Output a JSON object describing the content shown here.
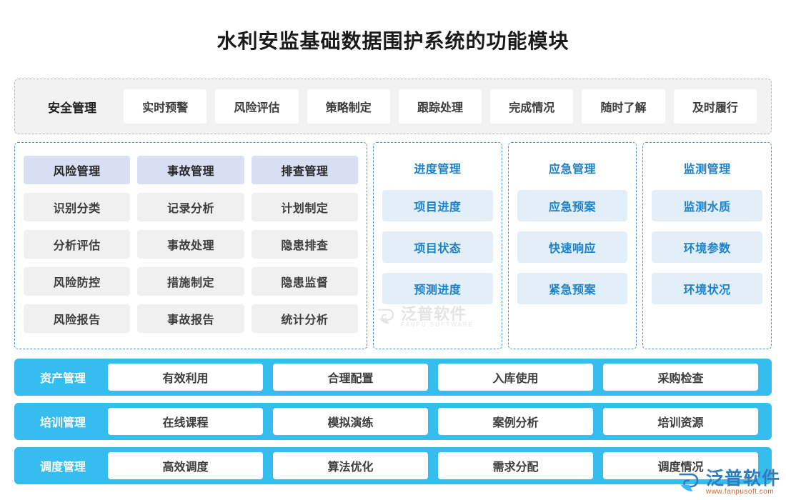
{
  "title": "水利安监基础数据围护系统的功能模块",
  "top_band": {
    "label": "安全管理",
    "items": [
      "实时预警",
      "风险评估",
      "策略制定",
      "跟踪处理",
      "完成情况",
      "随时了解",
      "及时履行"
    ]
  },
  "groups": [
    {
      "name": "risk-accident-inspection-group",
      "columns": [
        {
          "header": "风险管理",
          "items": [
            "识别分类",
            "分析评估",
            "风险防控",
            "风险报告"
          ]
        },
        {
          "header": "事故管理",
          "items": [
            "记录分析",
            "事故处理",
            "措施制定",
            "事故报告"
          ]
        },
        {
          "header": "排查管理",
          "items": [
            "计划制定",
            "隐患排查",
            "隐患监督",
            "统计分析"
          ]
        }
      ]
    },
    {
      "name": "progress-group",
      "columns": [
        {
          "header": "进度管理",
          "items": [
            "项目进度",
            "项目状态",
            "预测进度"
          ]
        }
      ]
    },
    {
      "name": "emergency-group",
      "columns": [
        {
          "header": "应急管理",
          "items": [
            "应急预案",
            "快速响应",
            "紧急预案"
          ]
        }
      ]
    },
    {
      "name": "monitoring-group",
      "columns": [
        {
          "header": "监测管理",
          "items": [
            "监测水质",
            "环境参数",
            "环境状况"
          ]
        }
      ]
    }
  ],
  "bottom_rows": [
    {
      "label": "资产管理",
      "items": [
        "有效利用",
        "合理配置",
        "入库使用",
        "采购检查"
      ]
    },
    {
      "label": "培训管理",
      "items": [
        "在线课程",
        "模拟演练",
        "案例分析",
        "培训资源"
      ]
    },
    {
      "label": "调度管理",
      "items": [
        "高效调度",
        "算法优化",
        "需求分配",
        "调度情况"
      ]
    }
  ],
  "watermarks": {
    "center": {
      "cn": "泛普软件",
      "en": "FANPU SOFTWARE"
    },
    "corner": {
      "cn": "泛普软件",
      "en": "www.fanpusoft.com"
    }
  },
  "colors": {
    "accent_blue": "#35bdef",
    "link_blue": "#1a82cc",
    "lavender": "#d8dff2",
    "pale_blue": "#e3eff8",
    "gray_cell": "#f0f0f0",
    "band_bg": "#f2f2f2",
    "dashed_gray": "#b9b9b9",
    "dashed_blue": "#4a90d9"
  }
}
